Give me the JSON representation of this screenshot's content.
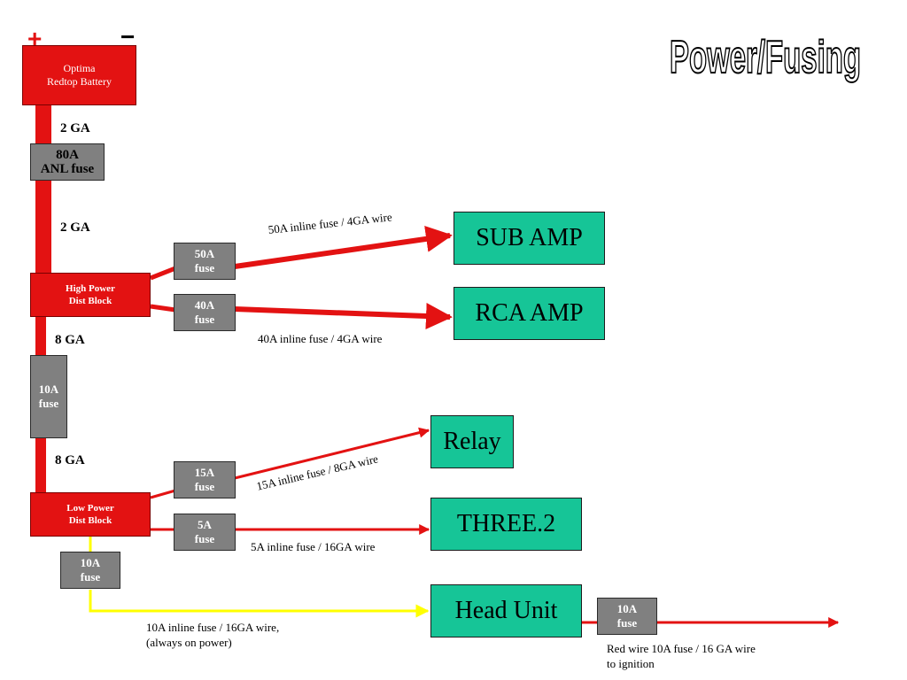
{
  "title": "Power/Fusing",
  "battery": {
    "plus": "+",
    "minus": "−",
    "label": "Optima\nRedtop Battery"
  },
  "main_fuse": "80A\nANL fuse",
  "gauges": {
    "top_1": "2 GA",
    "top_2": "2 GA",
    "mid_1": "8 GA",
    "mid_2": "8 GA"
  },
  "high_block": "High Power\nDist Block",
  "low_block": "Low Power\nDist Block",
  "fuses": {
    "f50": "50A\nfuse",
    "f40": "40A\nfuse",
    "f10_trunk": "10A\nfuse",
    "f15": "15A\nfuse",
    "f5": "5A\nfuse",
    "f10_yellow": "10A\nfuse",
    "f10_ignition": "10A\nfuse"
  },
  "destinations": {
    "sub": "SUB AMP",
    "rca": "RCA AMP",
    "relay": "Relay",
    "three": "THREE.2",
    "head": "Head Unit"
  },
  "wire_labels": {
    "sub": "50A inline fuse / 4GA wire",
    "rca": "40A inline fuse / 4GA wire",
    "relay": "15A inline fuse / 8GA wire",
    "three": "5A inline fuse / 16GA wire",
    "head": "10A inline fuse / 16GA wire,\n(always on power)",
    "ignition": "Red wire 10A fuse / 16 GA wire\nto ignition"
  },
  "colors": {
    "red": "#e31212",
    "fuse_gray": "#808080",
    "teal": "#16c597",
    "yellow": "#ffff00"
  }
}
